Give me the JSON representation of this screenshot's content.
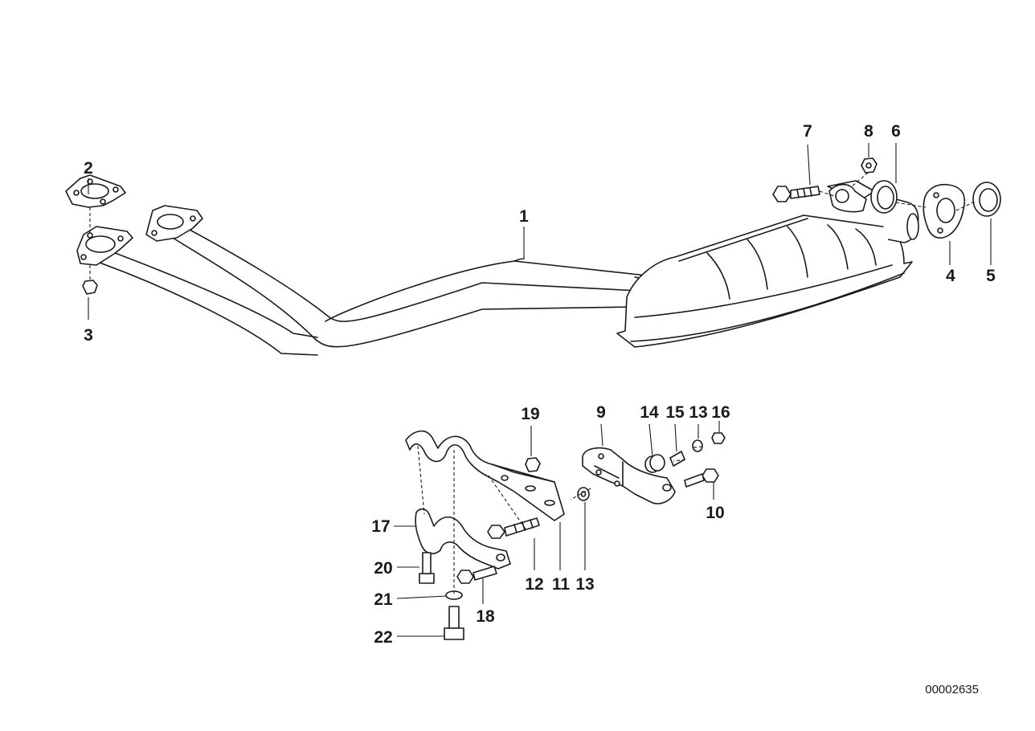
{
  "diagram_ref": "00002635",
  "callouts": [
    {
      "id": "1",
      "label": "1"
    },
    {
      "id": "2",
      "label": "2"
    },
    {
      "id": "3",
      "label": "3"
    },
    {
      "id": "4",
      "label": "4"
    },
    {
      "id": "5",
      "label": "5"
    },
    {
      "id": "6",
      "label": "6"
    },
    {
      "id": "7",
      "label": "7"
    },
    {
      "id": "8",
      "label": "8"
    },
    {
      "id": "9",
      "label": "9"
    },
    {
      "id": "10",
      "label": "10"
    },
    {
      "id": "11",
      "label": "11"
    },
    {
      "id": "12",
      "label": "12"
    },
    {
      "id": "13a",
      "label": "13"
    },
    {
      "id": "13b",
      "label": "13"
    },
    {
      "id": "14",
      "label": "14"
    },
    {
      "id": "15",
      "label": "15"
    },
    {
      "id": "16",
      "label": "16"
    },
    {
      "id": "17",
      "label": "17"
    },
    {
      "id": "18",
      "label": "18"
    },
    {
      "id": "19",
      "label": "19"
    },
    {
      "id": "20",
      "label": "20"
    },
    {
      "id": "21",
      "label": "21"
    },
    {
      "id": "22",
      "label": "22"
    }
  ]
}
